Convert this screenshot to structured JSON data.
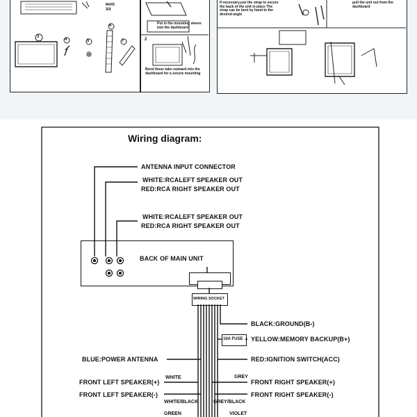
{
  "installation": {
    "left_panel": {
      "screw_label": "M4X5",
      "screw_qty": "X4",
      "part_numbers": [
        "3",
        "4",
        "5",
        "6",
        "7"
      ]
    },
    "middle_panel": {
      "step1_text": "Put in the mounting sleeve into the dashboard",
      "step2_number": "2",
      "step2_text": "Bend these tabs outward into the dashboard for a secure mounting"
    },
    "right_panel": {
      "strap_text": "If necessary,use the strap to secure the back of the unit in place The strap can be bent by hand to the desired angle",
      "pull_text": "pull the unit out from the dashboard"
    }
  },
  "wiring": {
    "title": "Wiring diagram:",
    "antenna_connector": "ANTENNA INPUT CONNECTOR",
    "rca1_white": "WHITE:RCALEFT SPEAKER OUT",
    "rca1_red": "RED:RCA RIGHT SPEAKER OUT",
    "rca2_white": "WHITE:RCALEFT SPEAKER OUT",
    "rca2_red": "RED:RCA RIGHT SPEAKER OUT",
    "main_unit": "BACK OF MAIN UNIT",
    "socket": "WIRING SOCKET",
    "fuse": "10A FUSE",
    "black_ground": "BLACK:GROUND(B-)",
    "yellow_memory": "YELLOW:MEMORY BACKUP(B+)",
    "red_ignition": "RED:IGNITION SWITCH(ACC)",
    "blue_antenna": "BLUE:POWER ANTENNA",
    "front_left_plus": "FRONT LEFT SPEAKER(+)",
    "front_left_minus": "FRONT LEFT SPEAKER(-)",
    "front_right_plus": "FRONT RIGHT SPEAKER(+)",
    "front_right_minus": "FRONT RIGHT SPEAKER(-)",
    "wire_white": "WHITE",
    "wire_white_black": "WHITE/BLACK",
    "wire_grey": "GREY",
    "wire_grey_black": "GREY/BLACK",
    "wire_green": "GREEN",
    "wire_violet": "VIOLET"
  }
}
